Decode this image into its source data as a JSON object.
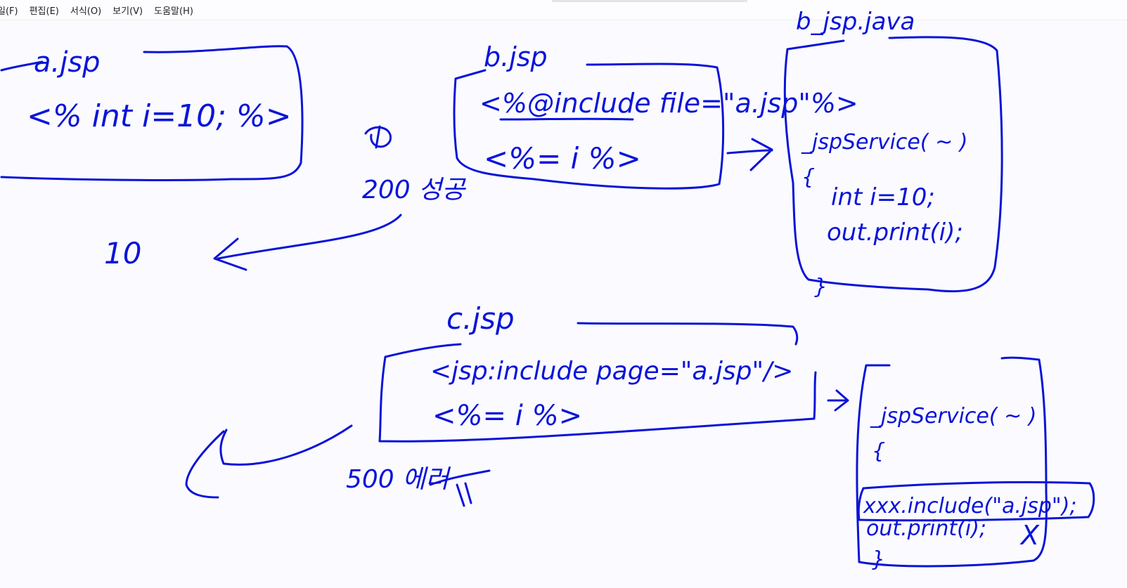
{
  "menu": {
    "file": "일(F)",
    "edit": "편집(E)",
    "format": "서식(O)",
    "view": "보기(V)",
    "help": "도움말(H)"
  },
  "ink_color": "#0a14d8",
  "notes": {
    "a_title": "a.jsp",
    "a_code": "<% int i=10; %>",
    "b_title": "b.jsp",
    "b_line1": "<%@include file=\"a.jsp\"%>",
    "b_line2": "<%= i %>",
    "b_status": "200 성공",
    "b_result": "10",
    "bjava_title": "b_jsp.java",
    "bjava_line1": "_jspService( ~ )",
    "bjava_line2": "{",
    "bjava_line3": "int i=10;",
    "bjava_line4": "out.print(i);",
    "bjava_line5": "}",
    "c_title": "c.jsp",
    "c_line1": "<jsp:include page=\"a.jsp\"/>",
    "c_line2": "<%= i %>",
    "c_status": "500 에러",
    "cjava_line1": "_jspService( ~ )",
    "cjava_line2": "{",
    "cjava_line3": "xxx.include(\"a.jsp\");",
    "cjava_line4": "out.print(i);",
    "cjava_mark": "X",
    "cjava_line5": "}"
  }
}
